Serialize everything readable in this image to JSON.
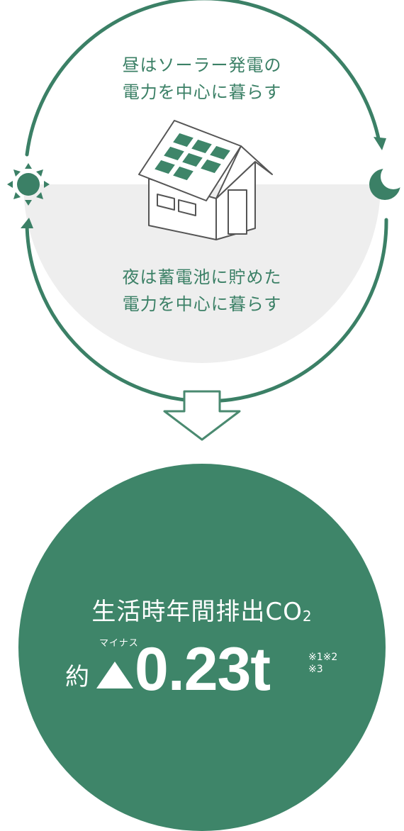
{
  "colors": {
    "accent": "#3e8569",
    "night_bg": "#eeeeee",
    "arrow_stroke": "#3b8066",
    "down_arrow_stroke": "#4a8a70"
  },
  "cycle": {
    "day_line1": "昼はソーラー発電の",
    "day_line2": "電力を中心に暮らす",
    "night_line1": "夜は蓄電池に貯めた",
    "night_line2": "電力を中心に暮らす",
    "sun_icon": "sun-icon",
    "moon_icon": "moon-icon",
    "house_icon": "solar-house-icon"
  },
  "result": {
    "title": "生活時年間排出CO",
    "title_sub": "2",
    "about": "約",
    "minus_ruby": "マイナス",
    "value": "0.23t",
    "note1": "※1※2",
    "note2": "※3"
  }
}
